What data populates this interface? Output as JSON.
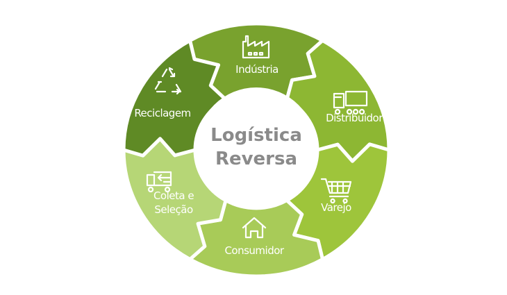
{
  "title": {
    "line1": "Logística",
    "line2": "Reversa"
  },
  "segments": [
    {
      "label": "Indústria",
      "icon": "factory-icon",
      "color": "#79a22e"
    },
    {
      "label": "Distribuidor",
      "icon": "truck-icon",
      "color": "#8db733"
    },
    {
      "label": "Varejo",
      "icon": "shopping-cart-icon",
      "color": "#9ec53b"
    },
    {
      "label": "Consumidor",
      "icon": "house-icon",
      "color": "#a8cb58"
    },
    {
      "label": "Coleta e Seleção",
      "line1": "Coleta e",
      "line2": "Seleção",
      "icon": "delivery-truck-icon",
      "color": "#b6d676"
    },
    {
      "label": "Reciclagem",
      "icon": "recycle-icon",
      "color": "#5f8a25"
    }
  ]
}
